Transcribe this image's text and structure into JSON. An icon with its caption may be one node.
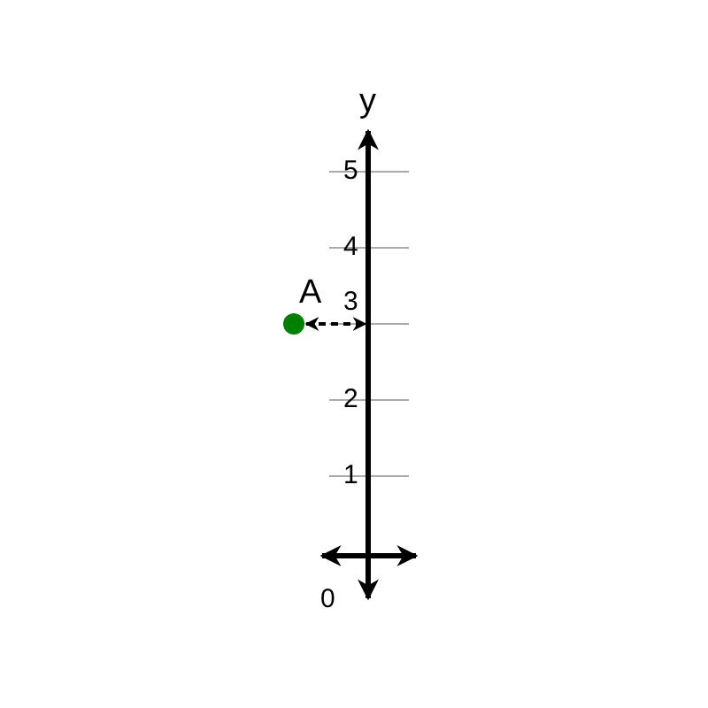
{
  "diagram": {
    "nodes": [
      {
        "text": [],
        "shape": "circle",
        "beside": [
          "A"
        ]
      },
      {
        "text": [],
        "shape": "line"
      }
    ],
    "edges": [
      {
        "from": 0,
        "to": 1,
        "arrow": "both",
        "style": "dashed"
      }
    ],
    "labels": [
      "y",
      "5",
      "4",
      "3",
      "2",
      "1",
      "0"
    ]
  }
}
